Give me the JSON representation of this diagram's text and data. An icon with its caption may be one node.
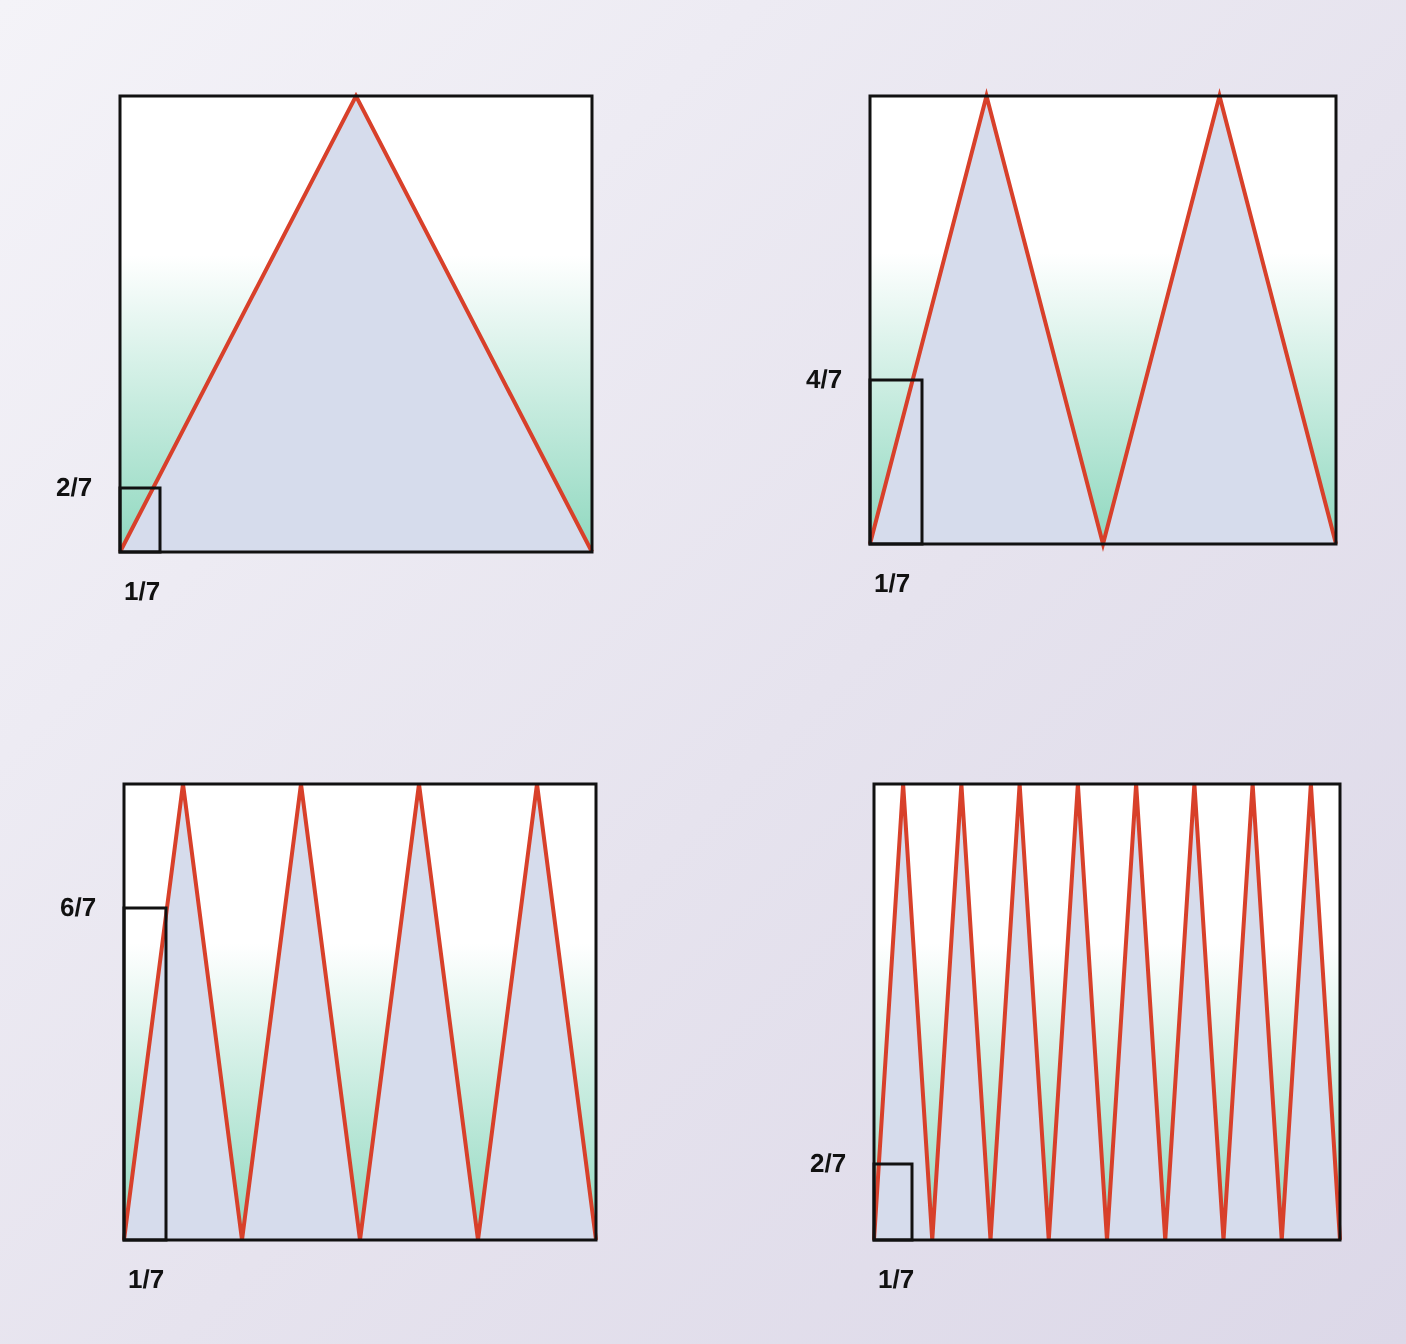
{
  "diagram": {
    "labels": [
      "2/7",
      "1/7",
      "4/7",
      "1/7",
      "6/7",
      "1/7",
      "2/7",
      "1/7"
    ]
  }
}
